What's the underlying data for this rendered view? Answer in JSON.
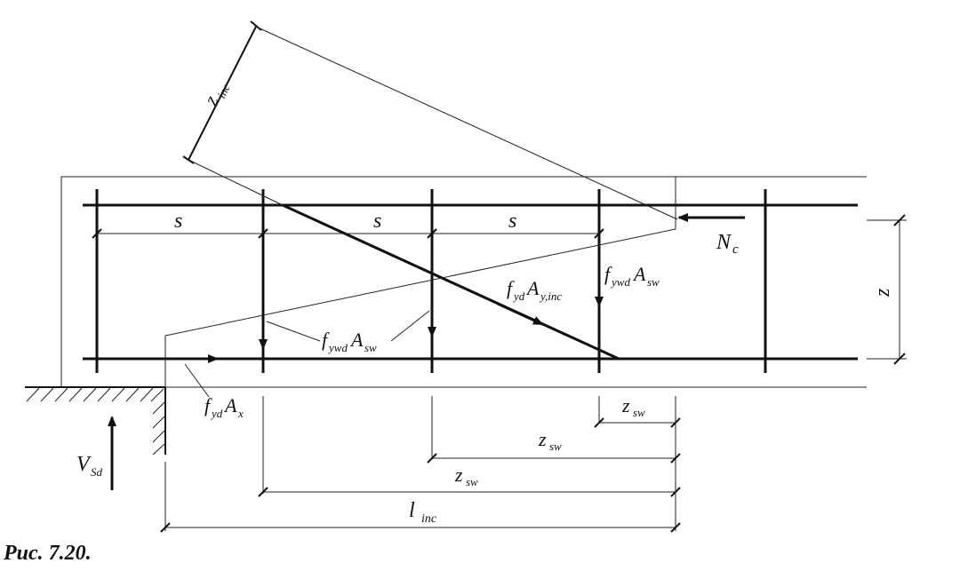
{
  "labels": {
    "s1": "s",
    "s2": "s",
    "s3": "s",
    "z_inc": "z",
    "z_inc_sub": "inc",
    "Nc": "N",
    "Nc_sub": "c",
    "z": "z",
    "fywd_Asw_right": {
      "f": "f",
      "f_sub": "ywd",
      "A": "A",
      "A_sub": "sw"
    },
    "fywd_Asw_left": {
      "f": "f",
      "f_sub": "ywd",
      "A": "A",
      "A_sub": "sw"
    },
    "fyd_Ayinc": {
      "f": "f",
      "f_sub": "yd",
      "A": "A",
      "A_sub": "y,inc"
    },
    "fyd_Ax": {
      "f": "f",
      "f_sub": "yd",
      "A": "A",
      "A_sub": "x"
    },
    "Vsd": {
      "main": "V",
      "sub": "Sd"
    },
    "zsw1": {
      "main": "z",
      "sub": "sw"
    },
    "zsw2": {
      "main": "z",
      "sub": "sw"
    },
    "zsw3": {
      "main": "z",
      "sub": "sw"
    },
    "linc": {
      "main": "l",
      "sub": "inc"
    }
  },
  "caption": "Рис. 7.20."
}
